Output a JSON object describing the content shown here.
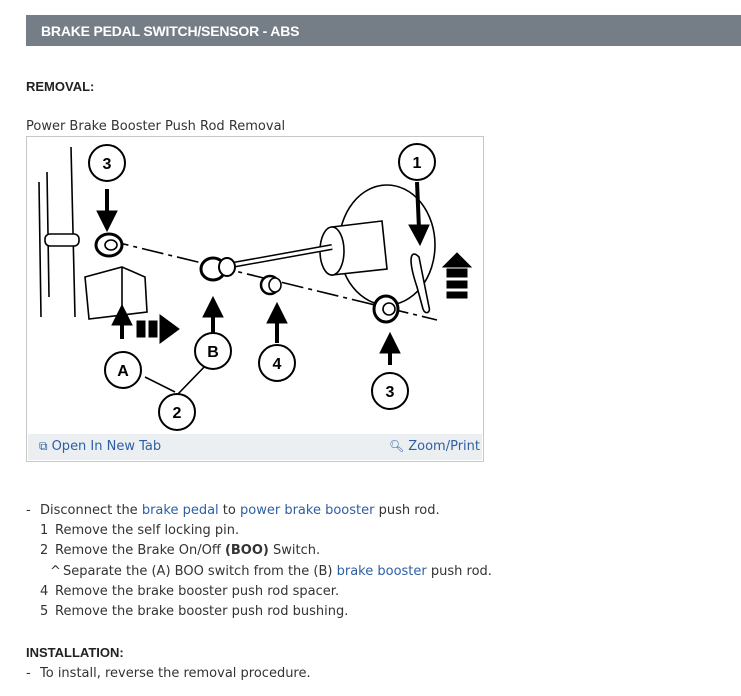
{
  "header": {
    "title": "BRAKE PEDAL SWITCH/SENSOR - ABS"
  },
  "removal": {
    "heading": "REMOVAL:",
    "figure_caption": "Power Brake Booster Push Rod Removal",
    "figure": {
      "callouts": [
        "3",
        "1",
        "B",
        "4",
        "A",
        "2",
        "3"
      ],
      "open_tab_label": "Open In New Tab",
      "zoom_label": "Zoom/Print",
      "open_tab_icon": "open-new-tab-icon",
      "zoom_icon": "magnifier-icon"
    },
    "step_main": {
      "marker": "-",
      "t1": "Disconnect the ",
      "link1": "brake pedal",
      "t2": " to ",
      "link2": "power brake booster",
      "t3": " push rod."
    },
    "step1": {
      "num": "1",
      "text": "Remove the self locking pin."
    },
    "step2": {
      "num": "2",
      "t1": "Remove the Brake On/Off ",
      "bold": "(BOO)",
      "t2": " Switch."
    },
    "step2a": {
      "marker": "^",
      "t1": "Separate the (A) BOO switch from the (B) ",
      "link": "brake booster",
      "t2": " push rod."
    },
    "step4": {
      "num": "4",
      "text": "Remove the brake booster push rod spacer."
    },
    "step5": {
      "num": "5",
      "text": "Remove the brake booster push rod bushing."
    }
  },
  "installation": {
    "heading": "INSTALLATION:",
    "step": {
      "marker": "-",
      "text": "To install, reverse the removal procedure."
    }
  }
}
